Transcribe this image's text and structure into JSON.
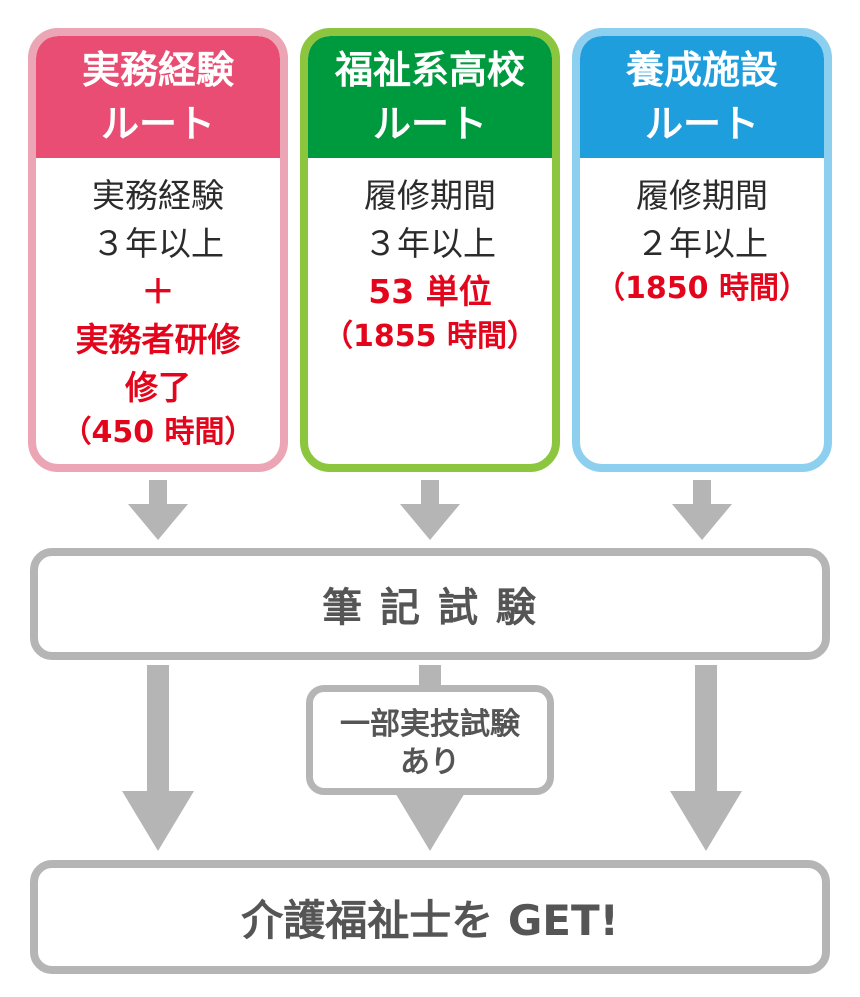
{
  "colors": {
    "route1": "#e94d73",
    "route1_border": "#eba5b4",
    "route2": "#009a3e",
    "route2_border": "#8cc63f",
    "route3": "#1f9ede",
    "route3_border": "#8dcfee",
    "accent_red": "#e3051b",
    "gray": "#b5b5b5"
  },
  "routes": [
    {
      "title_lines": [
        "実務経験",
        "ルート"
      ],
      "body_lines": [
        "実務経験",
        "３年以上"
      ],
      "plus": "＋",
      "req_lines": [
        "実務者研修",
        "修了"
      ],
      "hours": "（450 時間）"
    },
    {
      "title_lines": [
        "福祉系高校",
        "ルート"
      ],
      "body_lines": [
        "履修期間",
        "３年以上"
      ],
      "req_lines": [
        "53 単位"
      ],
      "hours": "（1855 時間）"
    },
    {
      "title_lines": [
        "養成施設",
        "ルート"
      ],
      "body_lines": [
        "履修期間",
        "２年以上"
      ],
      "hours": "（1850 時間）"
    }
  ],
  "exam": {
    "label": "筆 記 試 験"
  },
  "note": {
    "lines": [
      "一部実技試験",
      "あり"
    ]
  },
  "goal": {
    "label": "介護福祉士を GET!"
  }
}
